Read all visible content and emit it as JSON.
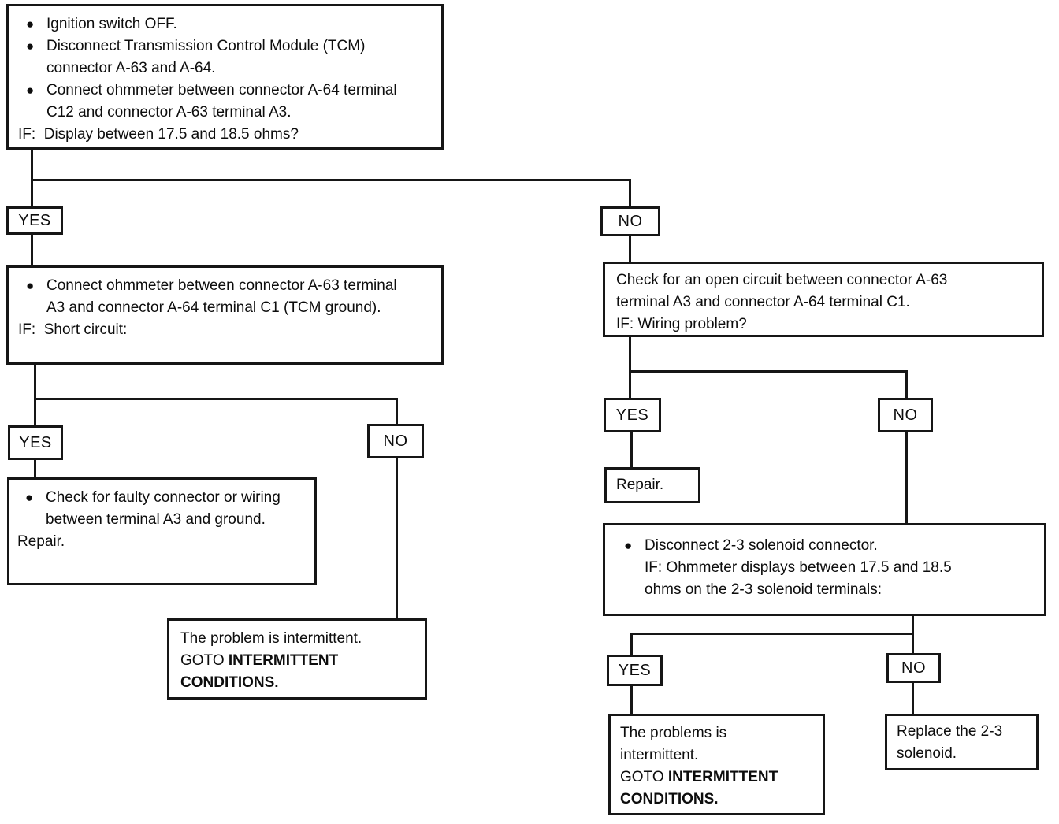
{
  "labels": {
    "yes": "YES",
    "no": "NO"
  },
  "nodes": {
    "start": {
      "bullets": [
        "Ignition switch OFF.",
        "Disconnect Transmission Control Module (TCM) connector A-63 and A-64.",
        "Connect ohmmeter between connector A-64 terminal C12 and connector A-63 terminal A3."
      ],
      "if_line": "IF:  Display between 17.5 and 18.5 ohms?"
    },
    "short_circuit_test": {
      "bullets": [
        "Connect ohmmeter between connector A-63 terminal A3 and connector A-64 terminal C1 (TCM ground)."
      ],
      "if_line": "IF:  Short circuit:"
    },
    "faulty_wiring": {
      "bullets": [
        "Check for faulty connector or wiring between terminal A3 and ground."
      ],
      "action": "Repair."
    },
    "intermittent_left": {
      "line": "The problem is intermittent.",
      "goto_prefix": "GOTO ",
      "goto_target": "INTERMITTENT CONDITIONS."
    },
    "open_circuit_test": {
      "line": "Check for an open circuit between connector A-63 terminal A3 and connector A-64 terminal C1.",
      "if_line": "IF: Wiring problem?"
    },
    "repair": {
      "text": "Repair."
    },
    "solenoid_test": {
      "bullets": [
        "Disconnect 2-3 solenoid connector."
      ],
      "if_line": "IF: Ohmmeter displays between 17.5 and 18.5 ohms on the 2-3 solenoid terminals:"
    },
    "intermittent_right": {
      "line": "The problems is intermittent.",
      "goto_prefix": "GOTO ",
      "goto_target": "INTERMITTENT CONDITIONS."
    },
    "replace_solenoid": {
      "text": "Replace the 2-3 solenoid."
    }
  },
  "colors": {
    "ink": "#161616",
    "paper": "#ffffff"
  }
}
